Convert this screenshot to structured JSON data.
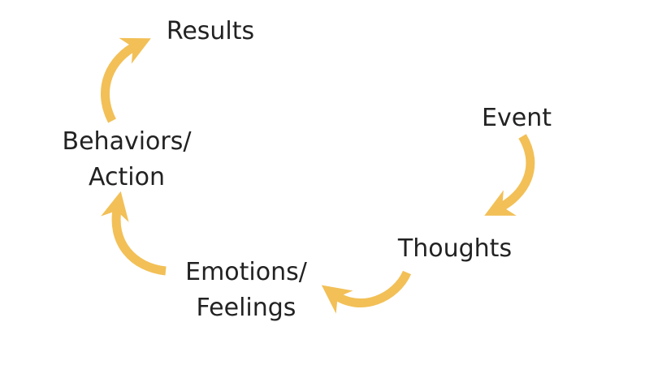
{
  "diagram": {
    "accent_color": "#F2C057",
    "text_color": "#222222",
    "nodes": [
      {
        "id": "event",
        "lines": [
          "Event"
        ]
      },
      {
        "id": "thoughts",
        "lines": [
          "Thoughts"
        ]
      },
      {
        "id": "emotions",
        "lines": [
          "Emotions/",
          "Feelings"
        ]
      },
      {
        "id": "behaviors",
        "lines": [
          "Behaviors/",
          "Action"
        ]
      },
      {
        "id": "results",
        "lines": [
          "Results"
        ]
      }
    ],
    "arrows": [
      {
        "from": "event",
        "to": "thoughts"
      },
      {
        "from": "thoughts",
        "to": "emotions"
      },
      {
        "from": "emotions",
        "to": "behaviors"
      },
      {
        "from": "behaviors",
        "to": "results"
      }
    ]
  }
}
